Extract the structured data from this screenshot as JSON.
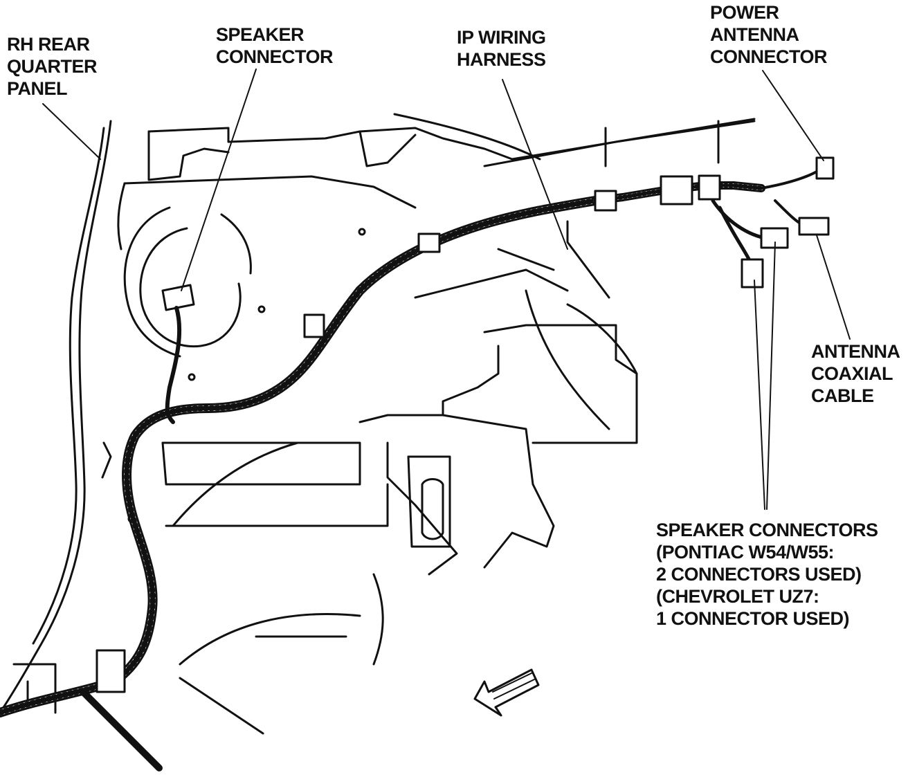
{
  "figure": {
    "labels": {
      "rh_rear_quarter_panel": [
        "RH REAR",
        "QUARTER",
        "PANEL"
      ],
      "speaker_connector": [
        "SPEAKER",
        "CONNECTOR"
      ],
      "ip_wiring_harness": [
        "IP WIRING",
        "HARNESS"
      ],
      "power_antenna_connector": [
        "POWER",
        "ANTENNA",
        "CONNECTOR"
      ],
      "antenna_coaxial_cable": [
        "ANTENNA",
        "COAXIAL",
        "CABLE"
      ],
      "speaker_connectors": [
        "SPEAKER CONNECTORS",
        "(PONTIAC W54/W55:",
        "2 CONNECTORS USED)",
        "(CHEVROLET UZ7:",
        "1 CONNECTOR USED)"
      ]
    },
    "colors": {
      "ink": "#111111",
      "background": "#ffffff"
    },
    "direction_arrow_icon": "front-direction-arrow"
  }
}
